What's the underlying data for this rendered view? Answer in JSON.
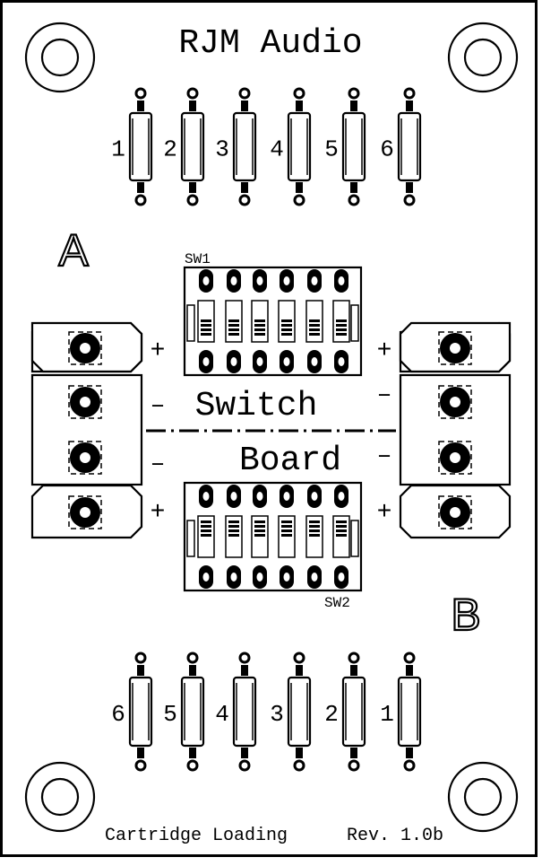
{
  "header": {
    "title": "RJM Audio"
  },
  "footer": {
    "label": "Cartridge Loading",
    "revision": "Rev. 1.0b"
  },
  "center": {
    "word1": "Switch",
    "word2": "Board"
  },
  "sides": {
    "a": "A",
    "b": "B"
  },
  "switches": {
    "sw1": "SW1",
    "sw2": "SW2"
  },
  "polarity": {
    "plus": "+",
    "minus": "–"
  },
  "top_resistors": [
    "1",
    "2",
    "3",
    "4",
    "5",
    "6"
  ],
  "bottom_resistors": [
    "6",
    "5",
    "4",
    "3",
    "2",
    "1"
  ]
}
